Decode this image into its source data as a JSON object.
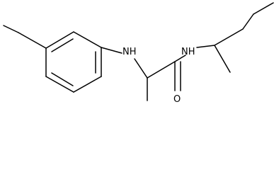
{
  "molecule": {
    "atom_labels": {
      "aniline_nh": "NH",
      "amide_nh": "NH",
      "carbonyl_o": "O"
    }
  }
}
